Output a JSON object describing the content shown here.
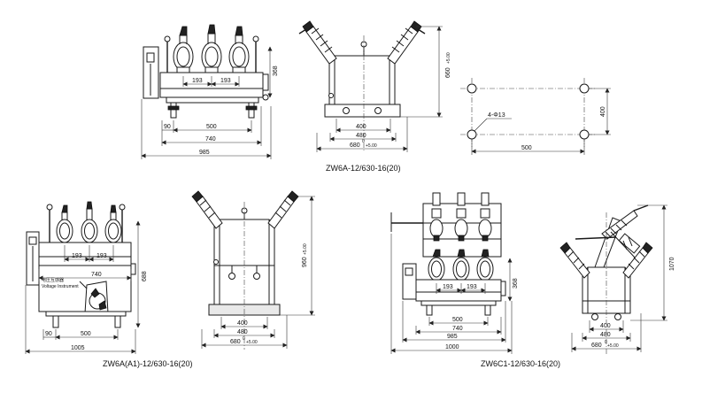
{
  "drawing": {
    "groups": [
      {
        "id": "zw6a",
        "caption": "ZW6A-12/630-16(20)",
        "front": {
          "phase_spacing": [
            "193",
            "193"
          ],
          "height": "368",
          "foot_spacing": "500",
          "bracket": "90",
          "width": "740",
          "overall_width": "985"
        },
        "side": {
          "height": "660",
          "height_tol": "+5.00",
          "inner": "400",
          "frame": "480",
          "frame_depth": "680",
          "frame_tol": "+5.00",
          "zero": "0"
        },
        "mounting": {
          "holes": "4-Φ13",
          "width": "500",
          "depth": "400"
        }
      },
      {
        "id": "zw6a-a1",
        "caption": "ZW6A(A1)-12/630-16(20)",
        "front": {
          "phase_spacing": [
            "193",
            "193"
          ],
          "height": "688",
          "width": "740",
          "foot_spacing": "500",
          "bracket": "90",
          "overall_width": "1005",
          "pt_label_cn": "电压互感器",
          "pt_label_en": "Voltage Instrument"
        },
        "side": {
          "height": "960",
          "height_tol": "+5.00",
          "inner": "400",
          "frame": "480",
          "frame_depth": "680",
          "frame_tol": "+5.00",
          "zero": "0"
        }
      },
      {
        "id": "zw6c1",
        "caption": "ZW6C1-12/630-16(20)",
        "front": {
          "phase_spacing": [
            "193",
            "193"
          ],
          "height": "368",
          "foot_spacing": "500",
          "width": "740",
          "width2": "985",
          "overall_width": "1000"
        },
        "side": {
          "height": "1070",
          "inner": "400",
          "frame": "480",
          "frame_depth": "680",
          "frame_tol": "+5.00",
          "zero": "0"
        }
      }
    ]
  }
}
